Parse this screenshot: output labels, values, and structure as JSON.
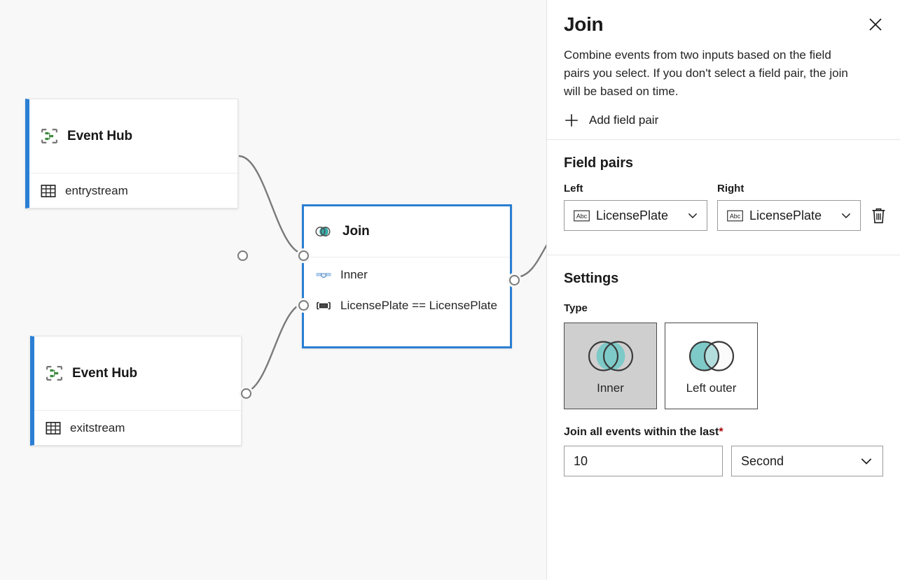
{
  "canvas": {
    "nodes": [
      {
        "id": "event-hub-entry",
        "title": "Event Hub",
        "title_icon": "event-hub-icon",
        "row_label": "entrystream",
        "row_icon": "table-icon"
      },
      {
        "id": "join-node",
        "title": "Join",
        "title_icon": "join-venn-icon",
        "rows": [
          {
            "label": "Inner",
            "icon": "join-type-icon"
          },
          {
            "label": "LicensePlate == LicensePlate",
            "icon": "field-pair-icon"
          }
        ]
      },
      {
        "id": "event-hub-exit",
        "title": "Event Hub",
        "title_icon": "event-hub-icon",
        "row_label": "exitstream",
        "row_icon": "table-icon"
      }
    ],
    "accent_color": "#2a7fd4",
    "background_color": "#f8f8f8",
    "edge_color": "#7a7a7a"
  },
  "panel": {
    "title": "Join",
    "close_icon": "close-icon",
    "description": "Combine events from two inputs based on the field pairs you select. If you don't select a field pair, the join will be based on time.",
    "add_field_pair": {
      "label": "Add field pair",
      "icon": "plus-icon"
    },
    "field_pairs": {
      "heading": "Field pairs",
      "left_label": "Left",
      "right_label": "Right",
      "rows": [
        {
          "left_value": "LicensePlate",
          "right_value": "LicensePlate",
          "type_icon": "abc-icon",
          "chevron_icon": "chevron-down-icon",
          "delete_icon": "trash-icon"
        }
      ]
    },
    "settings": {
      "heading": "Settings",
      "type_label": "Type",
      "type_options": [
        {
          "id": "inner",
          "label": "Inner",
          "selected": true,
          "icon": "venn-inner-icon"
        },
        {
          "id": "left-outer",
          "label": "Left outer",
          "selected": false,
          "icon": "venn-left-outer-icon"
        }
      ],
      "window_label": "Join all events within the last",
      "required_marker": "*",
      "window_value": "10",
      "window_unit": "Second",
      "unit_chevron_icon": "chevron-down-icon"
    },
    "accent_teal": "#5bbfbd",
    "required_color": "#a80000"
  }
}
